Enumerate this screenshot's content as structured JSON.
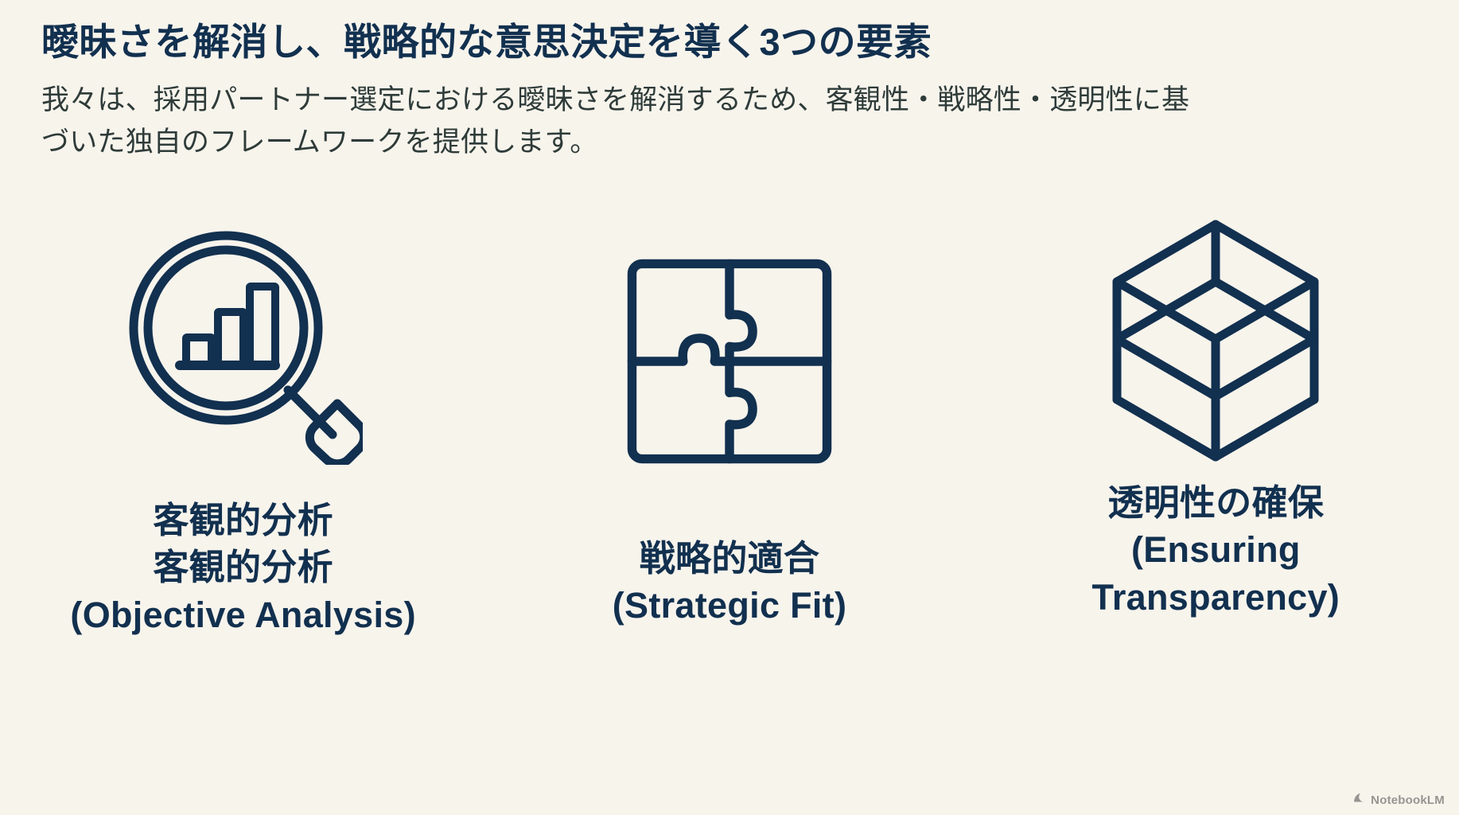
{
  "slide": {
    "background_color": "#f7f4ec",
    "accent_color": "#12304f",
    "body_text_color": "#2e3b39",
    "title": "曖昧さを解消し、戦略的な意思決定を導く3つの要素",
    "subtitle": "我々は、採用パートナー選定における曖昧さを解消するため、客観性・戦略性・透明性に基づいた独自のフレームワークを提供します。"
  },
  "cards": [
    {
      "icon": "magnifier-bar-chart-icon",
      "label": "客観的分析\n客観的分析\n(Objective Analysis)"
    },
    {
      "icon": "puzzle-pieces-icon",
      "label": "戦略的適合\n(Strategic Fit)"
    },
    {
      "icon": "transparent-cube-icon",
      "label": "透明性の確保\n(Ensuring\nTransparency)"
    }
  ],
  "watermark": {
    "icon": "notebooklm-logo-icon",
    "text": "NotebookLM"
  }
}
